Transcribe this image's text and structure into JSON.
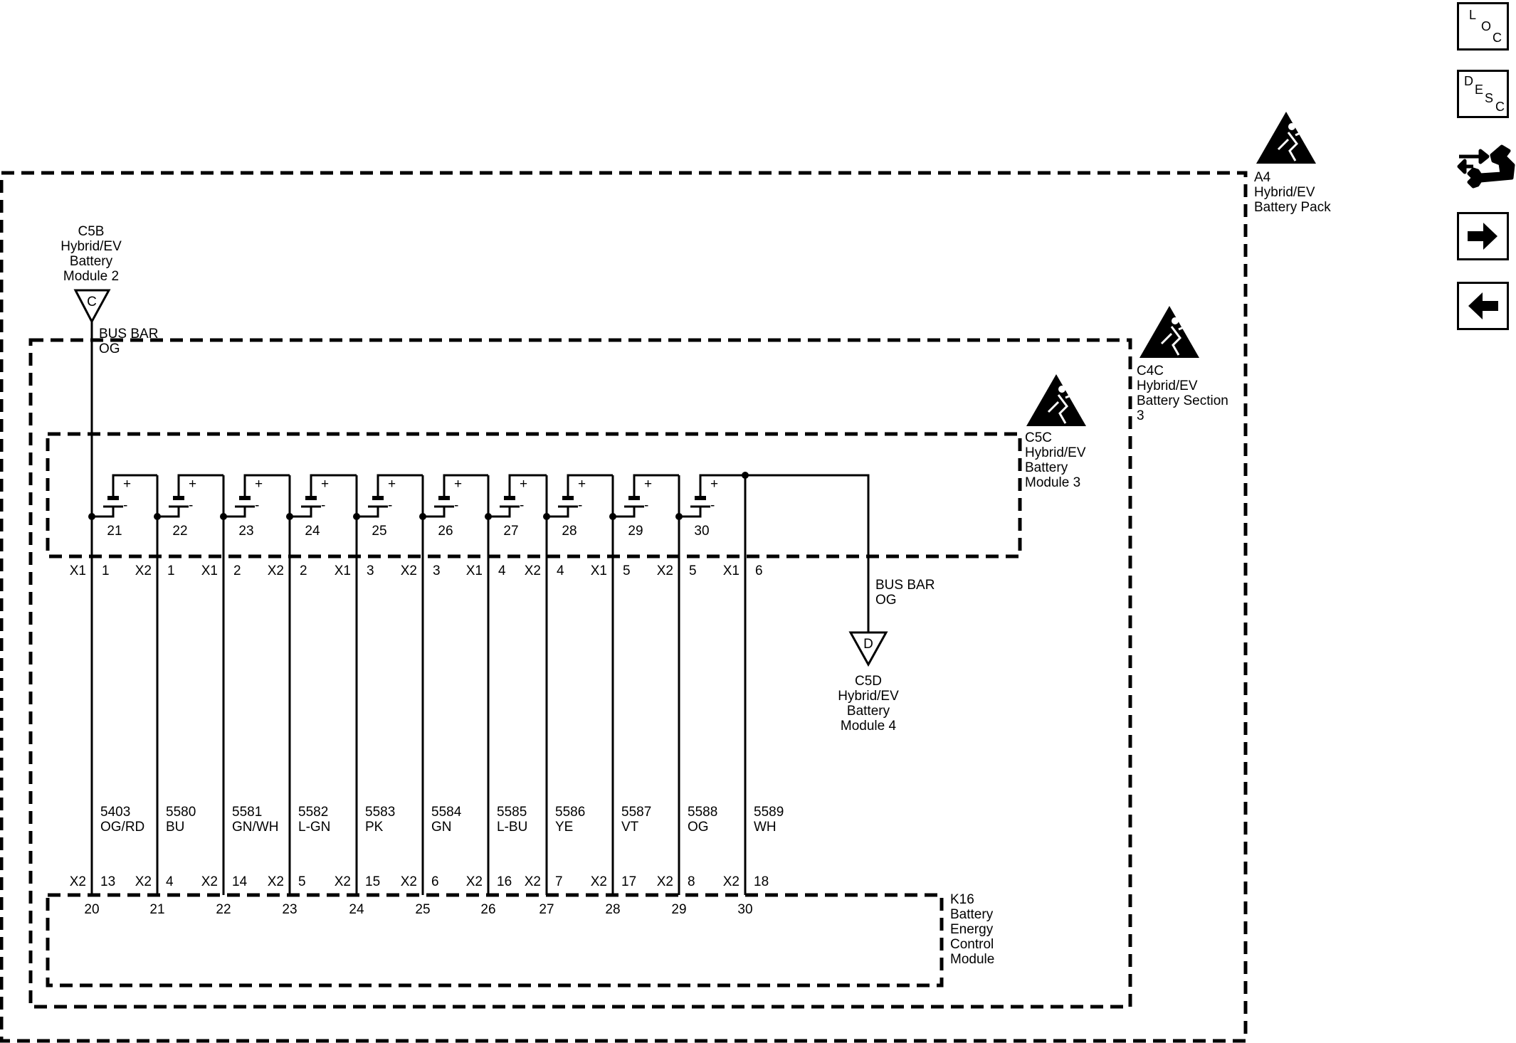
{
  "nav": {
    "loc": [
      "L",
      "O",
      "C"
    ],
    "desc": [
      "D",
      "E",
      "S",
      "C"
    ],
    "connector_icon": "connector-end-view-icon",
    "next_icon": "arrow-right-icon",
    "prev_icon": "arrow-left-icon"
  },
  "enclosures": {
    "pack": [
      "A4",
      "Hybrid/EV",
      "Battery Pack"
    ],
    "section": [
      "C4C",
      "Hybrid/EV",
      "Battery Section",
      "3"
    ],
    "module": [
      "C5C",
      "Hybrid/EV",
      "Battery",
      "Module 3"
    ],
    "control": [
      "K16",
      "Battery",
      "Energy",
      "Control",
      "Module"
    ]
  },
  "links": {
    "top": {
      "letter": "C",
      "name": [
        "C5B",
        "Hybrid/EV",
        "Battery",
        "Module 2"
      ],
      "wire": [
        "BUS BAR",
        "OG"
      ]
    },
    "bottom": {
      "letter": "D",
      "name": [
        "C5D",
        "Hybrid/EV",
        "Battery",
        "Module 4"
      ],
      "wire": [
        "BUS BAR",
        "OG"
      ]
    }
  },
  "cells": [
    "21",
    "22",
    "23",
    "24",
    "25",
    "26",
    "27",
    "28",
    "29",
    "30"
  ],
  "circuits": [
    {
      "top_conn": "X1",
      "top_pin": "1",
      "circuit": "5403",
      "color": "OG/RD",
      "bot_conn": "X2",
      "bot_pin": "13",
      "term": "20"
    },
    {
      "top_conn": "X2",
      "top_pin": "1",
      "circuit": "5580",
      "color": "BU",
      "bot_conn": "X2",
      "bot_pin": "4",
      "term": "21"
    },
    {
      "top_conn": "X1",
      "top_pin": "2",
      "circuit": "5581",
      "color": "GN/WH",
      "bot_conn": "X2",
      "bot_pin": "14",
      "term": "22"
    },
    {
      "top_conn": "X2",
      "top_pin": "2",
      "circuit": "5582",
      "color": "L-GN",
      "bot_conn": "X2",
      "bot_pin": "5",
      "term": "23"
    },
    {
      "top_conn": "X1",
      "top_pin": "3",
      "circuit": "5583",
      "color": "PK",
      "bot_conn": "X2",
      "bot_pin": "15",
      "term": "24"
    },
    {
      "top_conn": "X2",
      "top_pin": "3",
      "circuit": "5584",
      "color": "GN",
      "bot_conn": "X2",
      "bot_pin": "6",
      "term": "25"
    },
    {
      "top_conn": "X1",
      "top_pin": "4",
      "circuit": "5585",
      "color": "L-BU",
      "bot_conn": "X2",
      "bot_pin": "16",
      "term": "26"
    },
    {
      "top_conn": "X2",
      "top_pin": "4",
      "circuit": "5586",
      "color": "YE",
      "bot_conn": "X2",
      "bot_pin": "7",
      "term": "27"
    },
    {
      "top_conn": "X1",
      "top_pin": "5",
      "circuit": "5587",
      "color": "VT",
      "bot_conn": "X2",
      "bot_pin": "17",
      "term": "28"
    },
    {
      "top_conn": "X2",
      "top_pin": "5",
      "circuit": "5588",
      "color": "OG",
      "bot_conn": "X2",
      "bot_pin": "8",
      "term": "29"
    },
    {
      "top_conn": "X1",
      "top_pin": "6",
      "circuit": "5589",
      "color": "WH",
      "bot_conn": "X2",
      "bot_pin": "18",
      "term": "30"
    }
  ],
  "cell_plus": "+",
  "cell_minus": "-"
}
